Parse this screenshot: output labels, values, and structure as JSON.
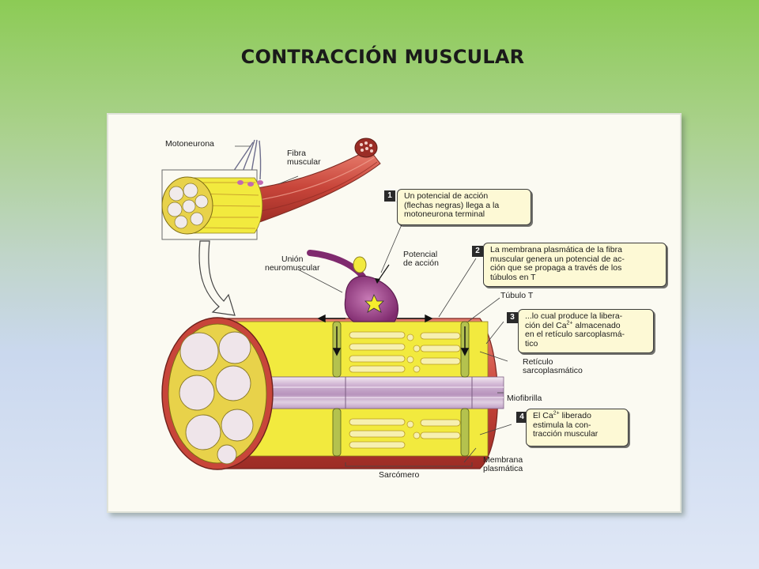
{
  "title": "CONTRACCIÓN MUSCULAR",
  "labels": {
    "motoneurona": "Motoneurona",
    "fibra_muscular": "Fibra\nmuscular",
    "union_neuromuscular": "Unión\nneuromuscular",
    "potencial_accion": "Potencial\nde acción",
    "tubulo_t": "Túbulo T",
    "reticulo": "Retículo\nsarcoplasmático",
    "miofibrilla": "Miofibrilla",
    "membrana": "Membrana\nplasmática",
    "sarcomero": "Sarcómero"
  },
  "steps": [
    {
      "number": "1",
      "text": "Un potencial de acción\n(flechas negras) llega a la\nmotoneurona terminal"
    },
    {
      "number": "2",
      "text": "La membrana plasmática de la fibra\nmuscular genera un potencial de ac-\nción que se propaga a través de los\ntúbulos en T"
    },
    {
      "number": "3",
      "text_prefix": "...lo cual produce la libera-\nción del Ca",
      "text_sup": "2+",
      "text_suffix": " almacenado\nen el retículo sarcoplasmá-\ntico"
    },
    {
      "number": "4",
      "text_prefix": "El Ca",
      "text_sup": "2+",
      "text_suffix": " liberado\nestimula la con-\ntracción muscular"
    }
  ],
  "colors": {
    "muscle_red": "#c8453a",
    "sarcoplasm_yellow": "#f2ea3e",
    "myofibril_lilac": "#d9c3dc",
    "neuron_purple": "#9a3d86",
    "box_fill": "#fdf9d5"
  }
}
